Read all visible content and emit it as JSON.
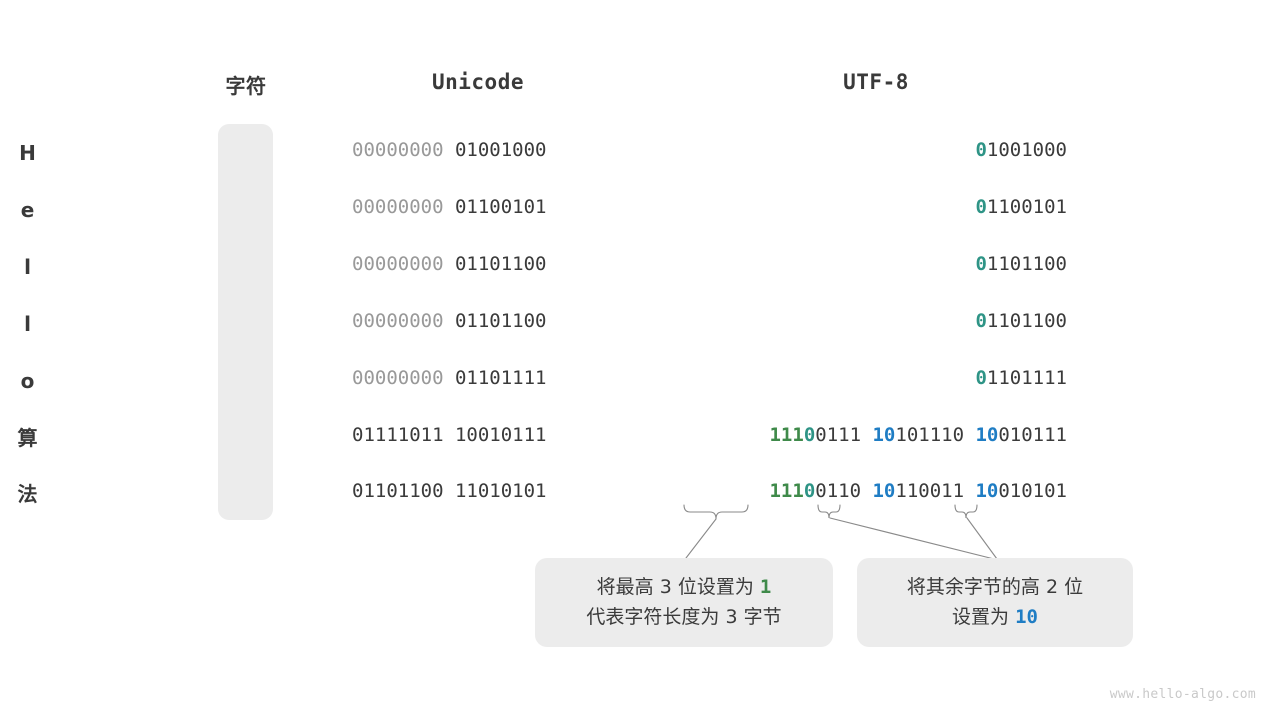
{
  "headers": {
    "character": "字符",
    "unicode": "Unicode",
    "utf8": "UTF-8"
  },
  "rows": [
    {
      "char": "H",
      "unicode_pad": "00000000",
      "unicode_body": " 01001000",
      "utf8_prefix": "0",
      "utf8_prefix_color": "teal",
      "utf8_rest": "1001000",
      "multibyte": false
    },
    {
      "char": "e",
      "unicode_pad": "00000000",
      "unicode_body": " 01100101",
      "utf8_prefix": "0",
      "utf8_prefix_color": "teal",
      "utf8_rest": "1100101",
      "multibyte": false
    },
    {
      "char": "l",
      "unicode_pad": "00000000",
      "unicode_body": " 01101100",
      "utf8_prefix": "0",
      "utf8_prefix_color": "teal",
      "utf8_rest": "1101100",
      "multibyte": false
    },
    {
      "char": "l",
      "unicode_pad": "00000000",
      "unicode_body": " 01101100",
      "utf8_prefix": "0",
      "utf8_prefix_color": "teal",
      "utf8_rest": "1101100",
      "multibyte": false
    },
    {
      "char": "o",
      "unicode_pad": "00000000",
      "unicode_body": " 01101111",
      "utf8_prefix": "0",
      "utf8_prefix_color": "teal",
      "utf8_rest": "1101111",
      "multibyte": false
    },
    {
      "char": "算",
      "unicode_pad": "",
      "unicode_body": "01111011 10010111",
      "multibyte": true,
      "utf8_bytes": [
        {
          "green": "111",
          "teal": "0",
          "rest": "0111"
        },
        {
          "blue": "10",
          "rest": "101110"
        },
        {
          "blue": "10",
          "rest": "010111"
        }
      ]
    },
    {
      "char": "法",
      "unicode_pad": "",
      "unicode_body": "01101100 11010101",
      "multibyte": true,
      "utf8_bytes": [
        {
          "green": "111",
          "teal": "0",
          "rest": "0110"
        },
        {
          "blue": "10",
          "rest": "110011"
        },
        {
          "blue": "10",
          "rest": "010101"
        }
      ]
    }
  ],
  "callouts": [
    {
      "id": "callout-1",
      "line1_before": "将最高 3 位设置为 ",
      "line1_highlight": "1",
      "line1_highlight_color": "green",
      "line2": "代表字符长度为 3 字节"
    },
    {
      "id": "callout-2",
      "line1": "将其余字节的高 2 位",
      "line2_before": "设置为 ",
      "line2_highlight": "10",
      "line2_highlight_color": "blue"
    }
  ],
  "watermark": "www.hello-algo.com",
  "colors": {
    "background": "#ffffff",
    "capsule": "#ececec",
    "text_dark": "#3b3b3b",
    "text_grey": "#999999",
    "teal": "#2e9486",
    "green": "#3f8a4a",
    "blue": "#1f7dc4",
    "connector": "#8a8a8a",
    "watermark": "#c9c9c9"
  }
}
